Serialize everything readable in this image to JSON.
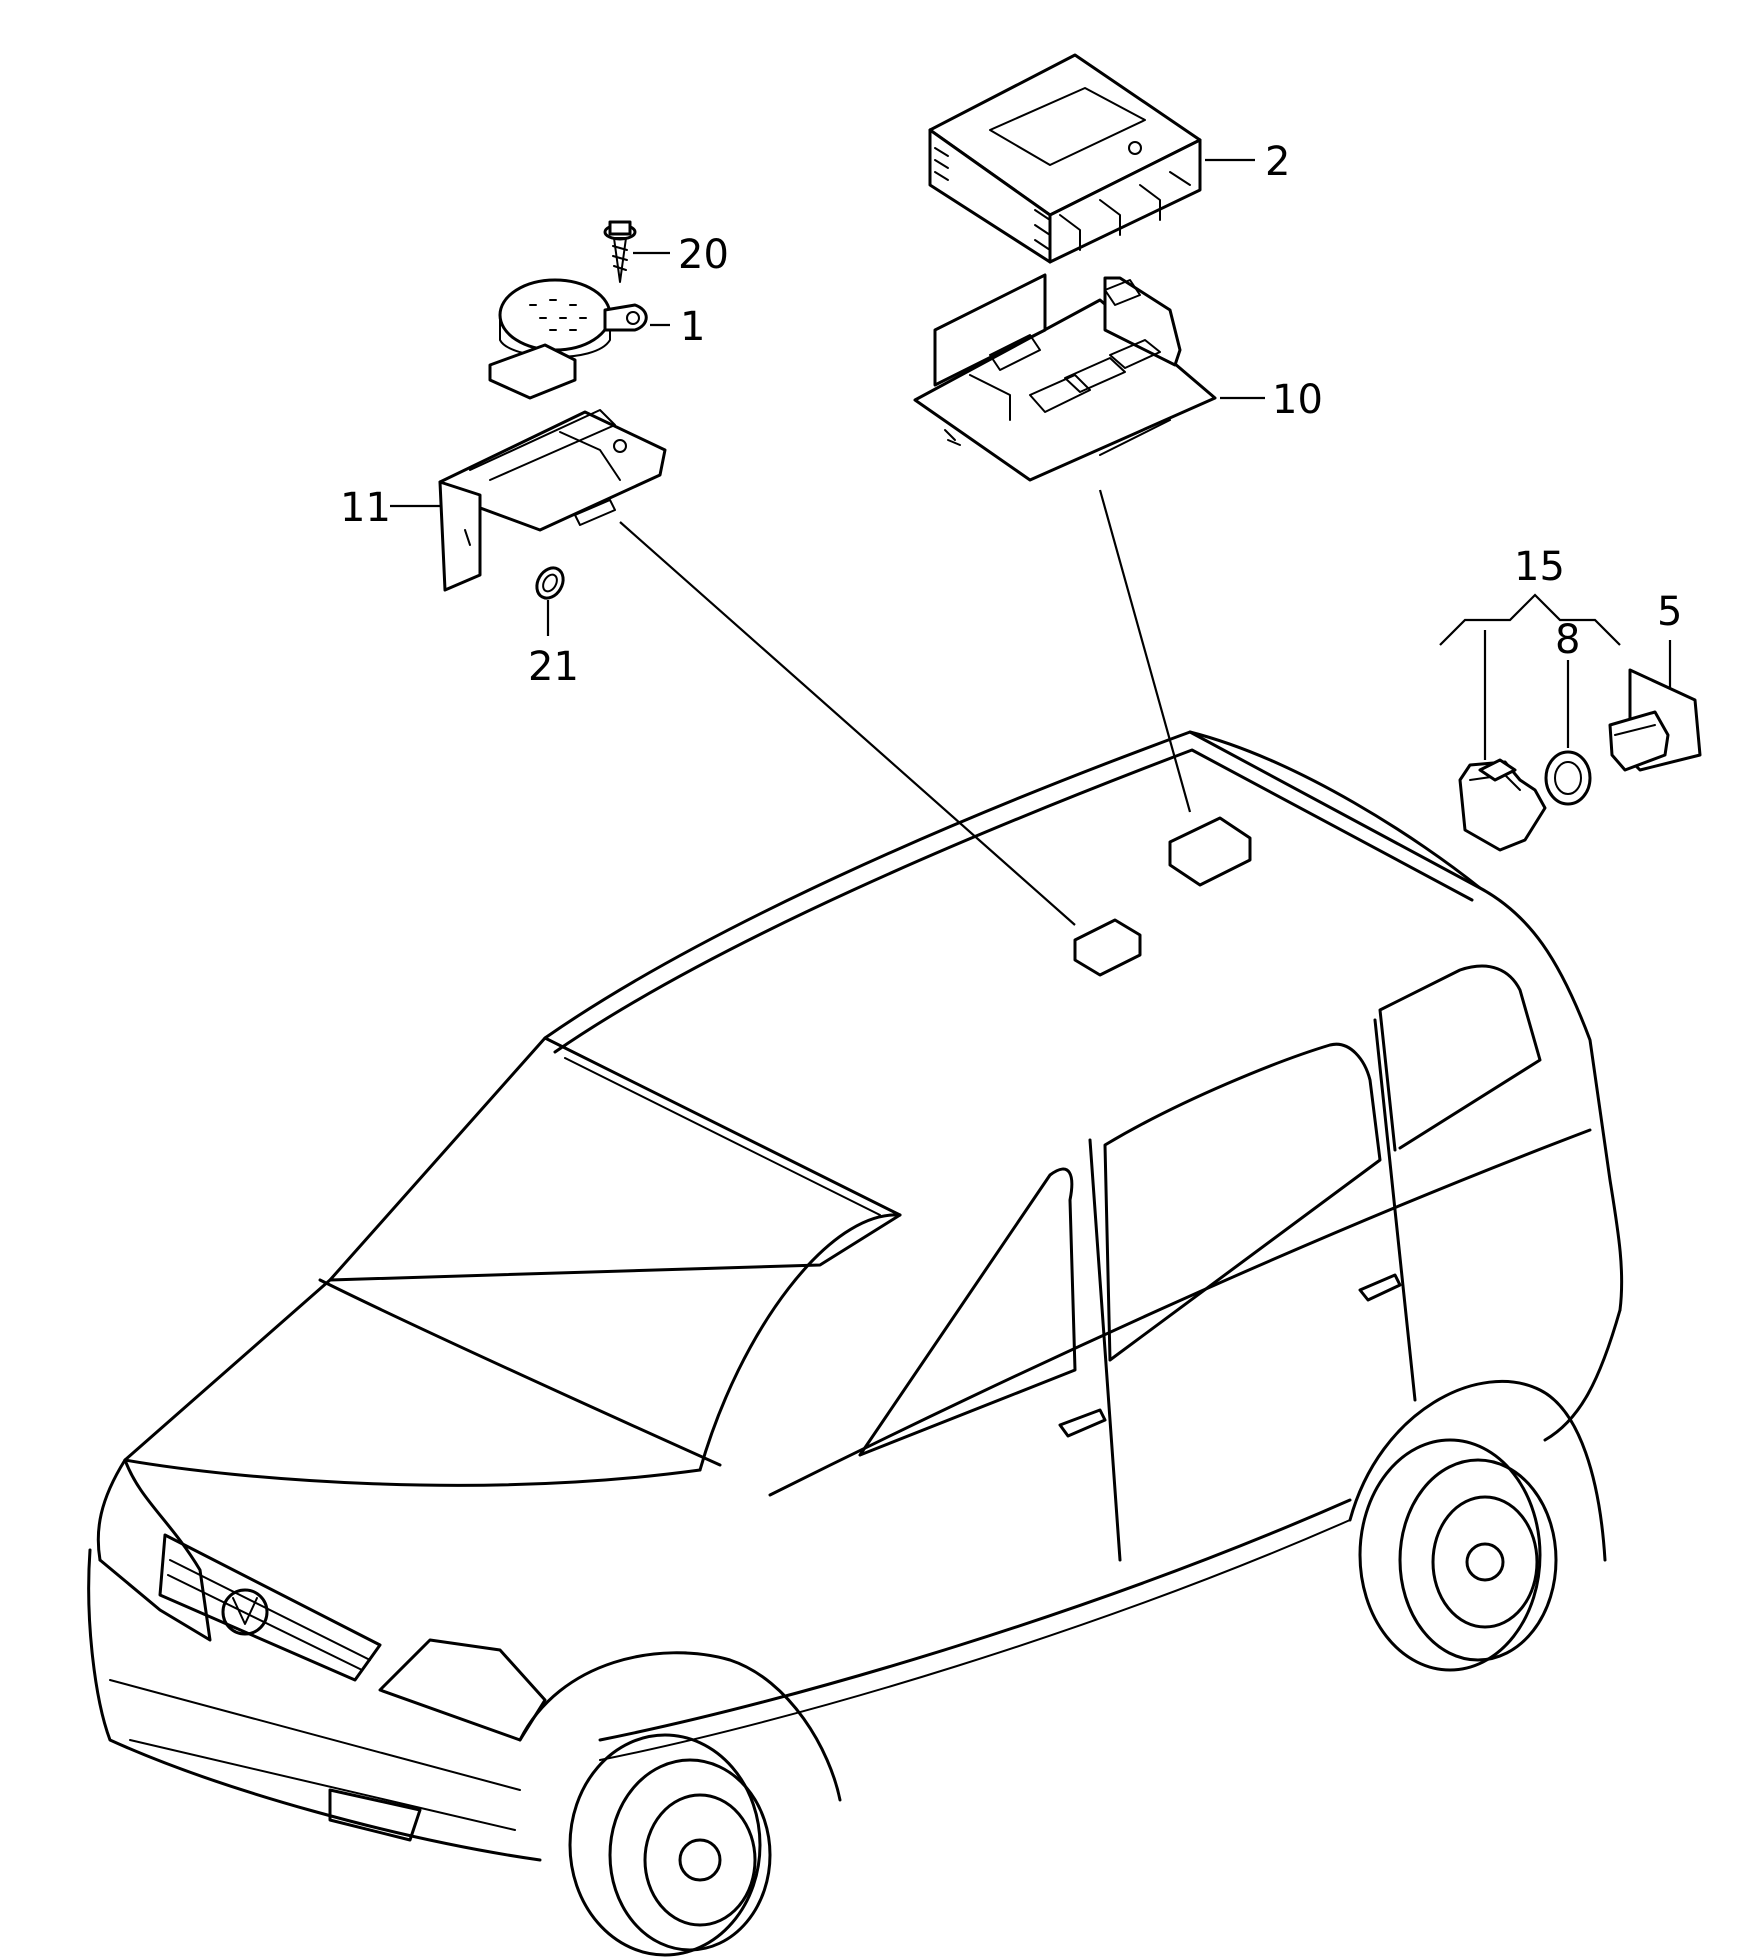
{
  "callouts": {
    "c1": "1",
    "c2": "2",
    "c5": "5",
    "c8": "8",
    "c10": "10",
    "c11": "11",
    "c15": "15",
    "c20": "20",
    "c21": "21"
  }
}
